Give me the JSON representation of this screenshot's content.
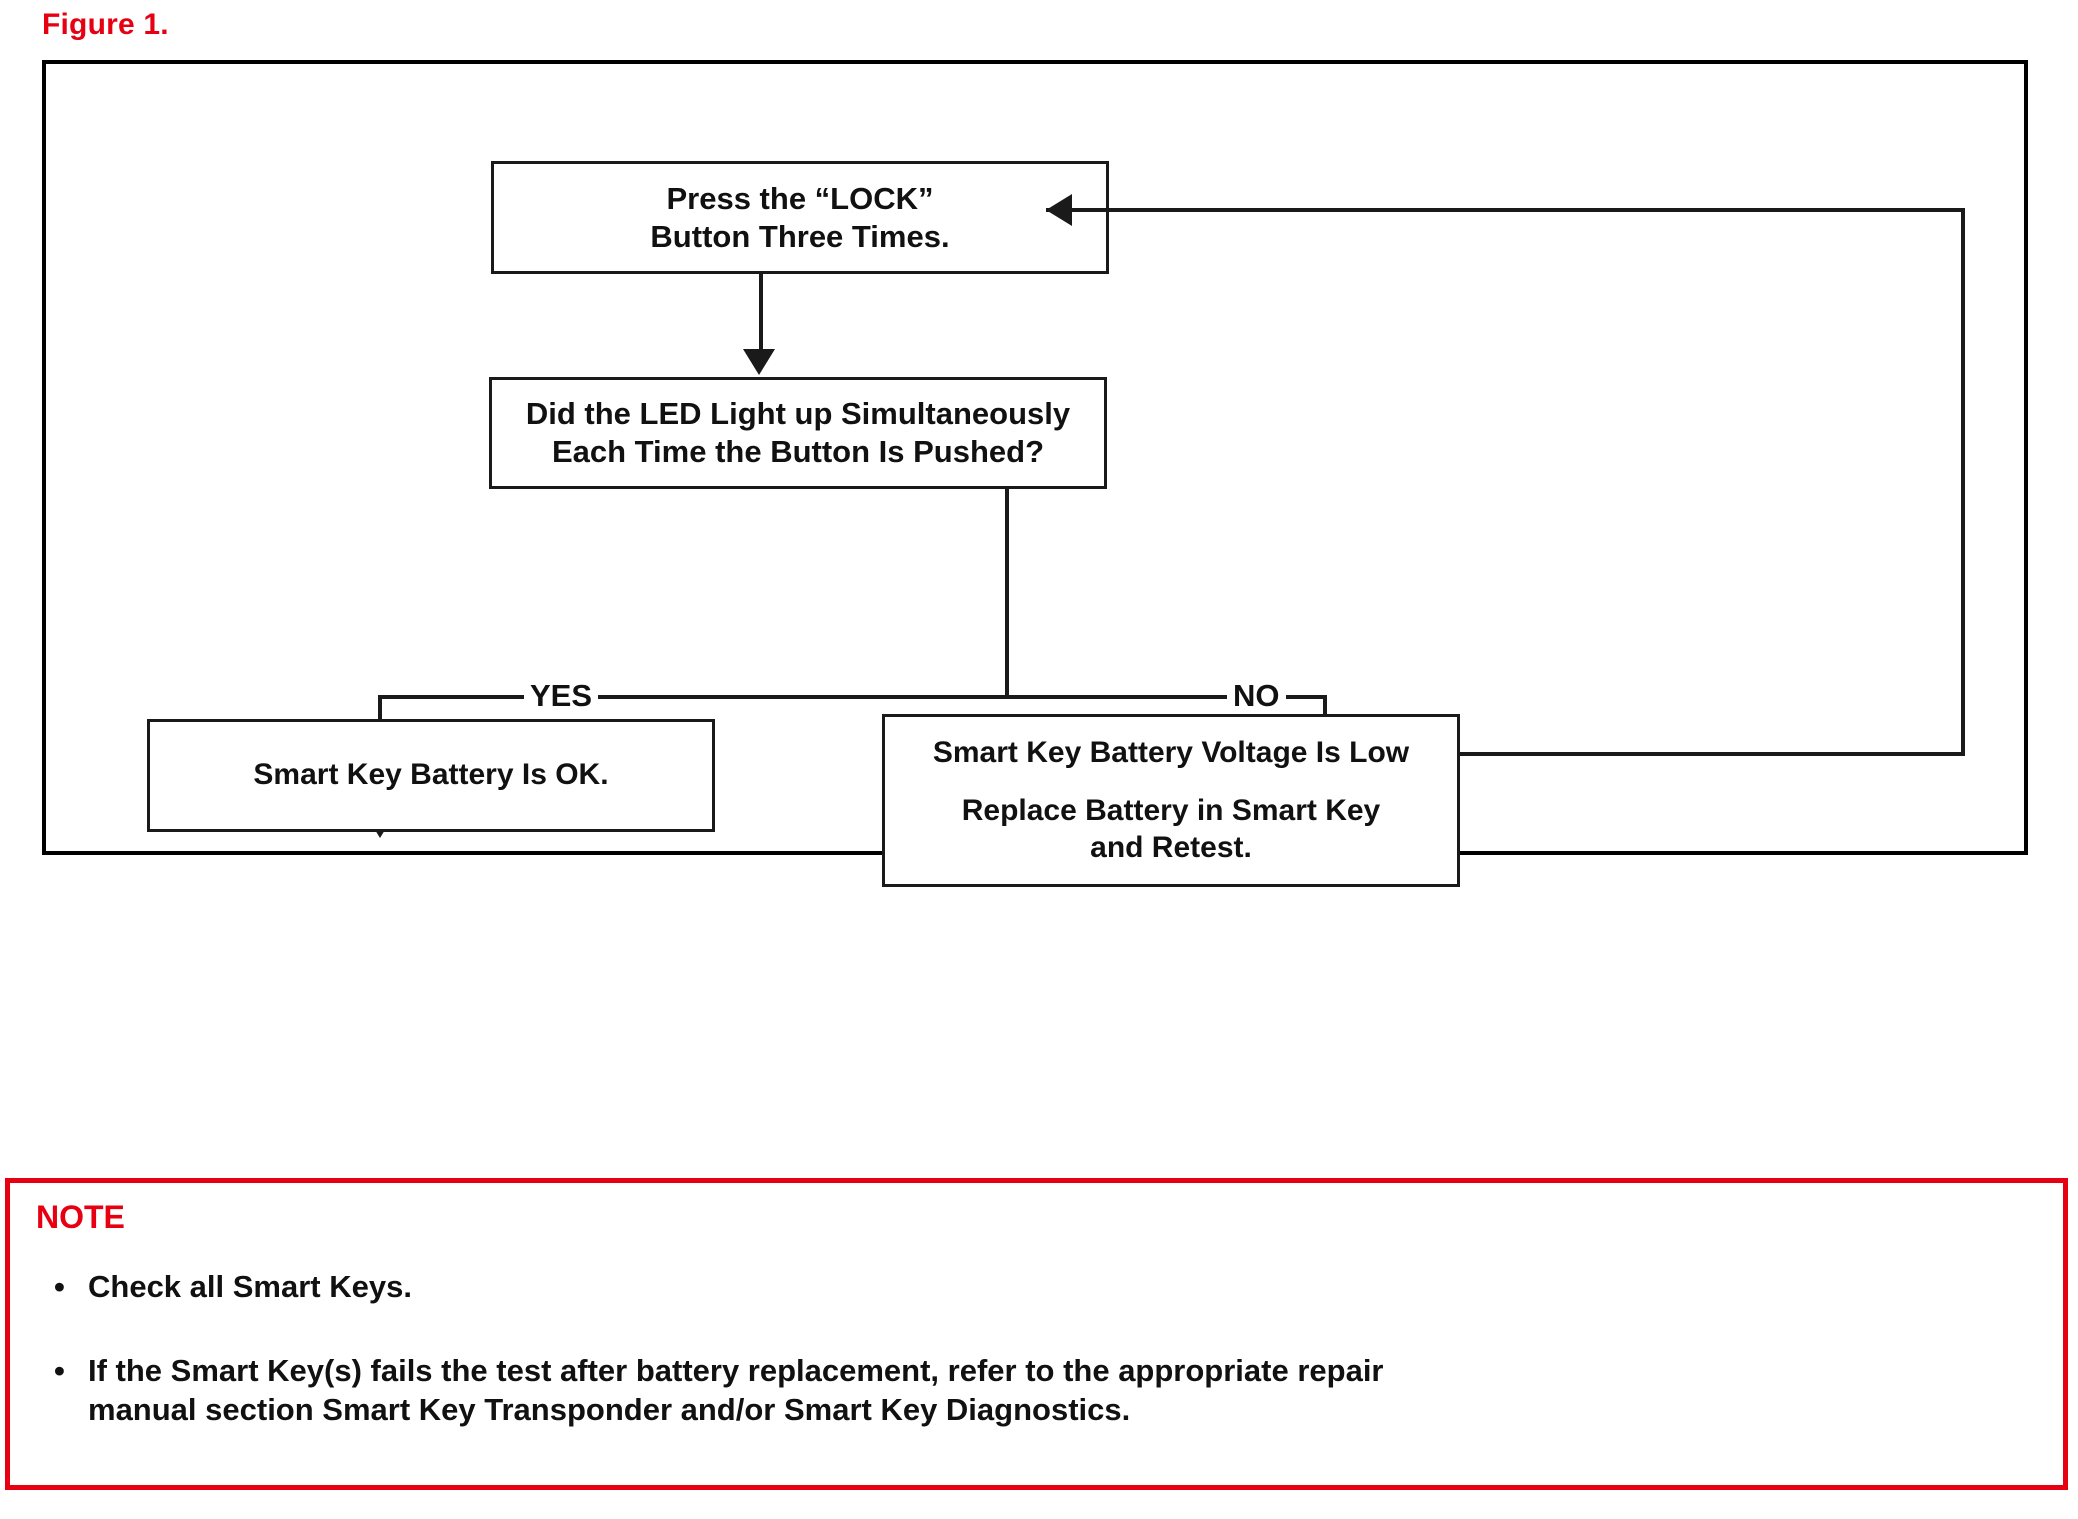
{
  "figure": {
    "label": "Figure 1."
  },
  "flowchart": {
    "nodes": {
      "press": {
        "line1": "Press the “LOCK”",
        "line2": "Button Three Times."
      },
      "decision": {
        "line1": "Did the LED Light up Simultaneously",
        "line2": "Each Time the Button Is Pushed?"
      },
      "ok": {
        "line1": "Smart Key Battery Is OK."
      },
      "low": {
        "line1": "Smart Key Battery Voltage Is Low",
        "line2": "Replace Battery in Smart Key",
        "line3": "and Retest."
      }
    },
    "branches": {
      "yes": "YES",
      "no": "NO"
    },
    "colors": {
      "line": "#1a1a1a",
      "box_border": "#1a1a1a",
      "frame": "#000000"
    }
  },
  "note": {
    "title": "NOTE",
    "bullet_glyph": "•",
    "items": [
      {
        "text": "Check all Smart Keys."
      },
      {
        "line1": "If the Smart Key(s) fails the test after battery replacement, refer to the appropriate repair",
        "line2": "manual section Smart Key Transponder and/or Smart Key Diagnostics."
      }
    ],
    "colors": {
      "border": "#e60012",
      "title": "#e60012",
      "text": "#111111"
    }
  }
}
